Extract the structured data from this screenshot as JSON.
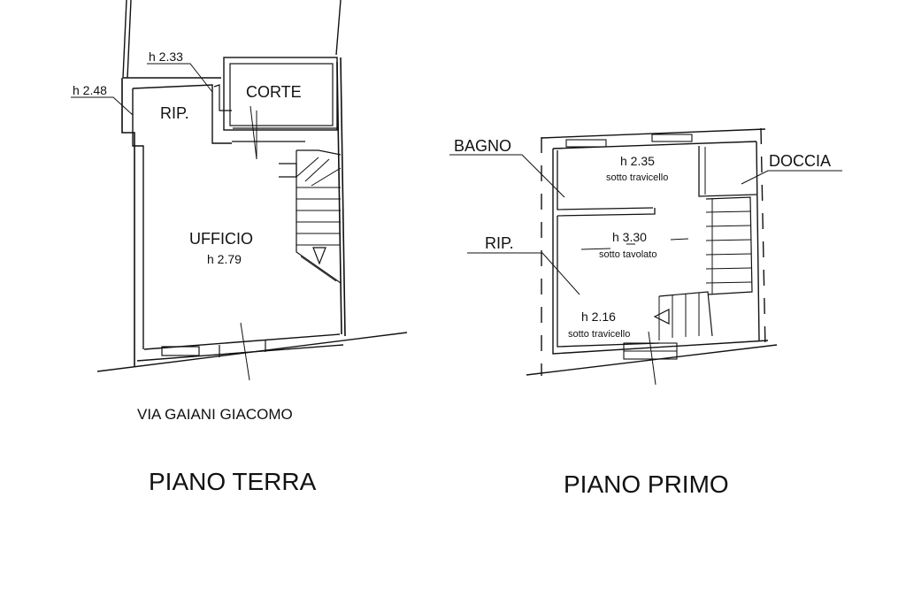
{
  "ground_floor": {
    "title": "PIANO TERRA",
    "street": "VIA GAIANI GIACOMO",
    "rooms": {
      "corte": "CORTE",
      "rip": "RIP.",
      "ufficio": "UFFICIO"
    },
    "heights": {
      "h233": "h 2.33",
      "h248": "h 2.48",
      "h279": "h 2.79"
    }
  },
  "first_floor": {
    "title": "PIANO PRIMO",
    "rooms": {
      "bagno": "BAGNO",
      "doccia": "DOCCIA",
      "rip": "RIP."
    },
    "heights": {
      "h235": "h 2.35",
      "h235_note": "sotto travicello",
      "h330": "h 3.30",
      "h330_note": "sotto tavolato",
      "h216": "h 2.16",
      "h216_note": "sotto travicello"
    }
  }
}
